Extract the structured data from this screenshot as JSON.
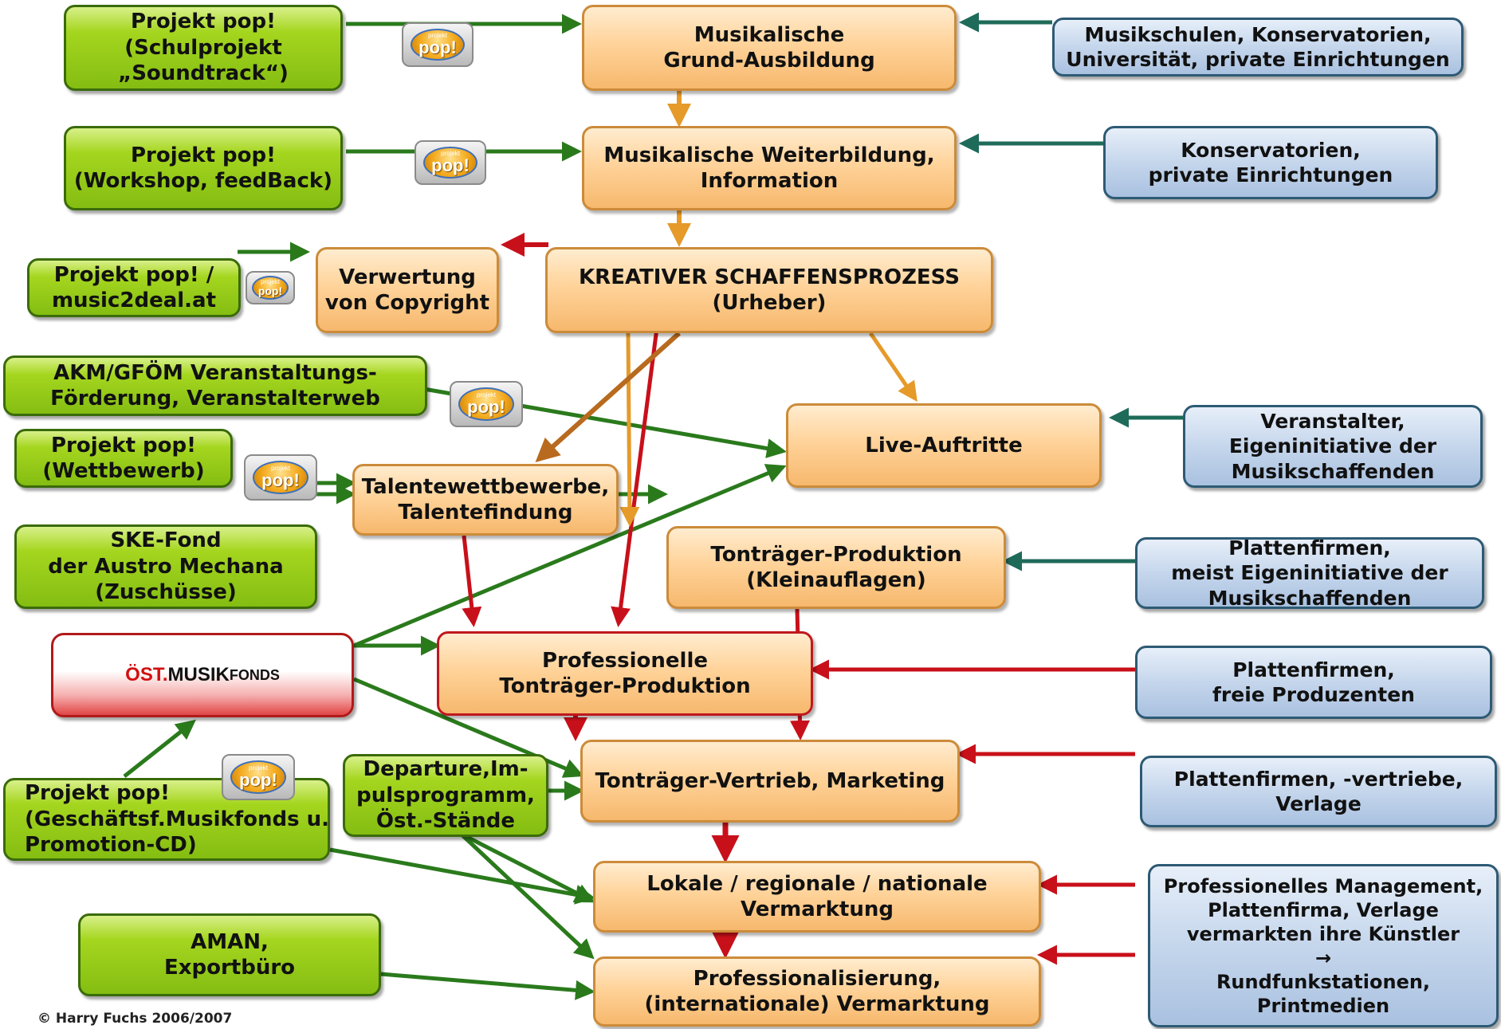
{
  "copyright": "© Harry Fuchs 2006/2007",
  "logo": {
    "small_text": "projekt",
    "big_text": "pop!"
  },
  "green_boxes": {
    "g1": [
      "Projekt pop!",
      "(Schulprojekt",
      "„Soundtrack“)"
    ],
    "g2": [
      "Projekt pop!",
      "(Workshop, feedBack)"
    ],
    "g3": [
      "Projekt pop! /",
      "music2deal.at"
    ],
    "g4": [
      "AKM/GFÖM Veranstaltungs-",
      "Förderung, Veranstalterweb"
    ],
    "g5": [
      "Projekt pop!",
      "(Wettbewerb)"
    ],
    "g6": [
      "SKE-Fond",
      "der Austro Mechana",
      "(Zuschüsse)"
    ],
    "g7": [
      "Projekt pop!",
      "(Geschäftsf.Musikfonds u.",
      "Promotion-CD)"
    ],
    "g8": [
      "Departure,Im-",
      "pulsprogramm,",
      "Öst.-Stände"
    ],
    "g9": [
      "AMAN,",
      "Exportbüro"
    ]
  },
  "fonds": {
    "ost": "ÖST.",
    "musik": "MUSIK",
    "fonds": "FONDS"
  },
  "orange_boxes": {
    "o1": [
      "Musikalische",
      "Grund-Ausbildung"
    ],
    "o2": [
      "Musikalische Weiterbildung,",
      "Information"
    ],
    "o3": [
      "KREATIVER SCHAFFENSPROZESS",
      "(Urheber)"
    ],
    "o4": [
      "Verwertung",
      "von Copyright"
    ],
    "o5": [
      "Live-Auftritte"
    ],
    "o6": [
      "Talentewettbewerbe,",
      "Talentefindung"
    ],
    "o7": [
      "Tonträger-Produktion",
      "(Kleinauflagen)"
    ],
    "o8": [
      "Professionelle",
      "Tonträger-Produktion"
    ],
    "o9": [
      "Tonträger-Vertrieb, Marketing"
    ],
    "o10": [
      "Lokale / regionale / nationale",
      "Vermarktung"
    ],
    "o11": [
      "Professionalisierung,",
      "(internationale) Vermarktung"
    ]
  },
  "blue_boxes": {
    "b1": [
      "Musikschulen, Konservatorien,",
      "Universität, private Einrichtungen"
    ],
    "b2": [
      "Konservatorien,",
      "private Einrichtungen"
    ],
    "b3": [
      "Veranstalter,",
      "Eigeninitiative der",
      "Musikschaffenden"
    ],
    "b4": [
      "Plattenfirmen,",
      "meist Eigeninitiative der",
      "Musikschaffenden"
    ],
    "b5": [
      "Plattenfirmen,",
      "freie Produzenten"
    ],
    "b6": [
      "Plattenfirmen, -vertriebe,",
      "Verlage"
    ],
    "b7": [
      "Professionelles Management,",
      "Plattenfirma, Verlage",
      "vermarkten ihre Künstler",
      "→",
      "Rundfunkstationen,",
      "Printmedien"
    ]
  },
  "colors": {
    "green_arrow": "#2a7a1c",
    "teal_arrow": "#1f6b5a",
    "red_arrow": "#c8101a",
    "orange_arrow": "#e59a2a",
    "brown_arrow": "#b86a1e"
  }
}
